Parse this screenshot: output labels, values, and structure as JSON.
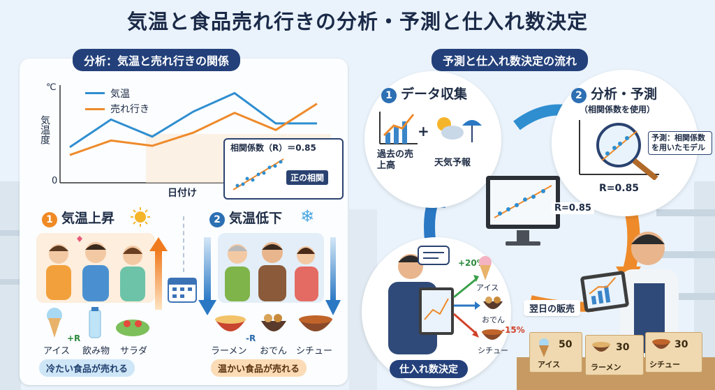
{
  "title": "気温と食品売れ行きの分析・予測と仕入れ数決定",
  "left_header": "分析：気温と売れ行きの関係",
  "right_header": "予測と仕入れ数決定の流れ",
  "chart": {
    "y_unit": "℃",
    "y_label": "気温度",
    "y_zero": "0",
    "x_label": "日付け",
    "legend_temp": "気温",
    "legend_sales": "売れ行き",
    "corr_title": "相関係数（R）＝0.85",
    "corr_tag": "正の相関",
    "colors": {
      "temp": "#2f8ed0",
      "sales": "#ee8a2a"
    }
  },
  "chart_data": {
    "type": "line",
    "xlabel": "日付け",
    "ylabel": "気温度",
    "series": [
      {
        "name": "気温",
        "values": [
          2.5,
          4.6,
          3.3,
          5.2,
          6.6,
          4.3,
          4.3
        ]
      },
      {
        "name": "売れ行き",
        "values": [
          1.9,
          3.0,
          2.6,
          3.6,
          5.1,
          3.8,
          5.8
        ]
      }
    ]
  },
  "rise": {
    "number": "1",
    "title": "気温上昇",
    "items": [
      "アイス",
      "飲み物",
      "サラダ"
    ],
    "delta": "+R",
    "banner": "冷たい食品が売れる"
  },
  "fall": {
    "number": "2",
    "title": "気温低下",
    "items": [
      "ラーメン",
      "おでん",
      "シチュー"
    ],
    "delta": "-R",
    "banner": "温かい食品が売れる"
  },
  "step1": {
    "number": "1",
    "title": "データ収集",
    "left": "過去の売上高",
    "plus": "+",
    "right": "天気予報"
  },
  "step2": {
    "number": "2",
    "title": "分析・予測",
    "sub": "（相関係数を使用）",
    "note": "予測：相関係数を用いたモデル",
    "r": "R=0.85"
  },
  "monitor_r": "R=0.85",
  "next_day": "翌日の販売",
  "purchase": {
    "label": "仕入れ数決定",
    "items": [
      {
        "name": "アイス",
        "change": "+20%"
      },
      {
        "name": "おでん",
        "change": ""
      },
      {
        "name": "シチュー",
        "change": "-15%"
      }
    ]
  },
  "boxes": [
    {
      "name": "アイス",
      "qty": "50"
    },
    {
      "name": "ラーメン",
      "qty": "30"
    },
    {
      "name": "シチュー",
      "qty": "30"
    }
  ]
}
